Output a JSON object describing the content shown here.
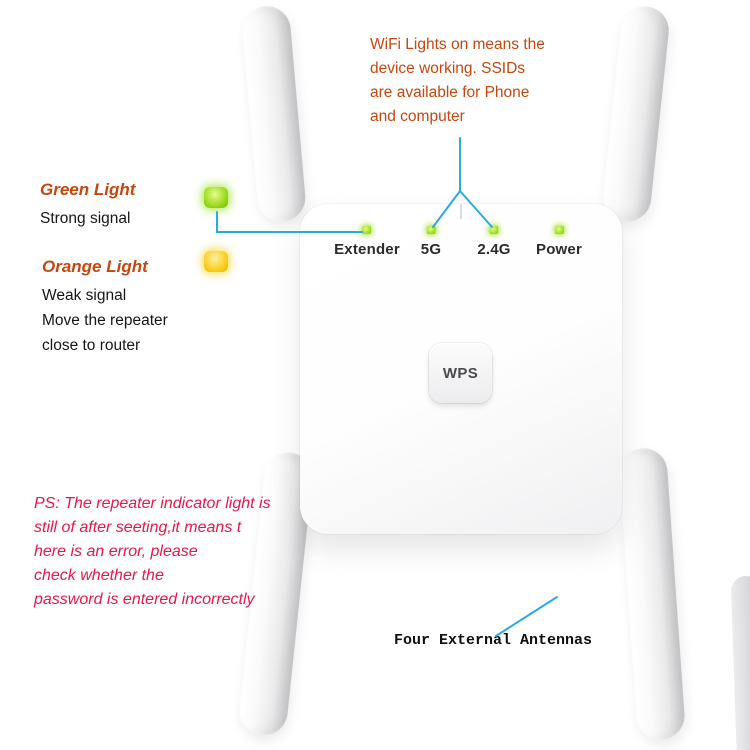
{
  "device": {
    "wps_label": "WPS",
    "leds": [
      {
        "label": "Extender"
      },
      {
        "label": "5G"
      },
      {
        "label": "2.4G"
      },
      {
        "label": "Power"
      }
    ]
  },
  "notes": {
    "wifi": {
      "lines": [
        "WiFi Lights on means the",
        "device working. SSIDs",
        "are available for Phone",
        "and computer"
      ]
    },
    "green": {
      "title": "Green Light",
      "lines": [
        "Strong signal"
      ]
    },
    "orange": {
      "title": "Orange Light",
      "lines": [
        "Weak signal",
        "Move the repeater",
        "close to router"
      ]
    },
    "ps": {
      "lines": [
        "PS: The repeater indicator light is",
        "still of after seeting,it means t",
        "here is an error, please",
        "check whether the",
        "password is entered incorrectly"
      ]
    },
    "antennas": {
      "label": "Four External Antennas"
    }
  },
  "colors": {
    "annotation_orange": "#c4470f",
    "ps_red": "#e7174e",
    "connector_blue": "#29abe2",
    "device_led_green": "#96d70c",
    "indicator_green": "#8fd40c",
    "indicator_yellow": "#f7ca10"
  }
}
